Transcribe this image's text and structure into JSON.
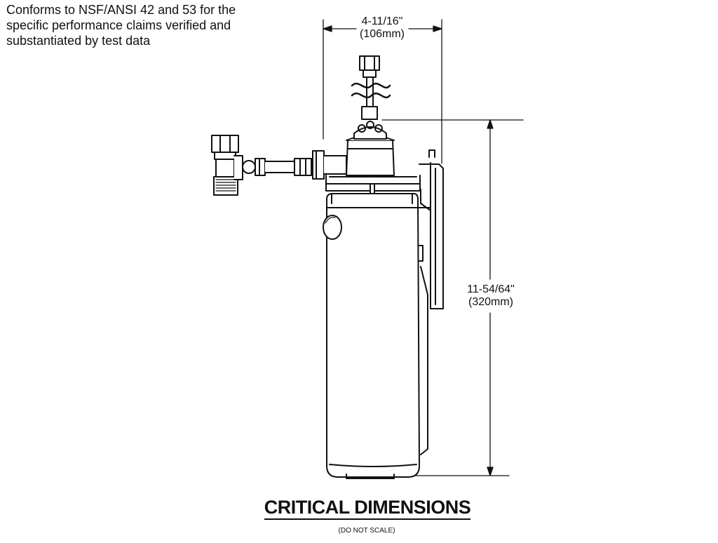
{
  "note": {
    "lines": [
      "Conforms to NSF/ANSI 42 and 53 for the",
      "specific performance claims verified and",
      "substantiated by test data"
    ]
  },
  "dimensions": {
    "width": {
      "imperial": "4-11/16\"",
      "metric": "(106mm)"
    },
    "height": {
      "imperial": "11-54/64\"",
      "metric": "(320mm)"
    }
  },
  "title": "CRITICAL DIMENSIONS",
  "subtitle": "(DO NOT SCALE)"
}
